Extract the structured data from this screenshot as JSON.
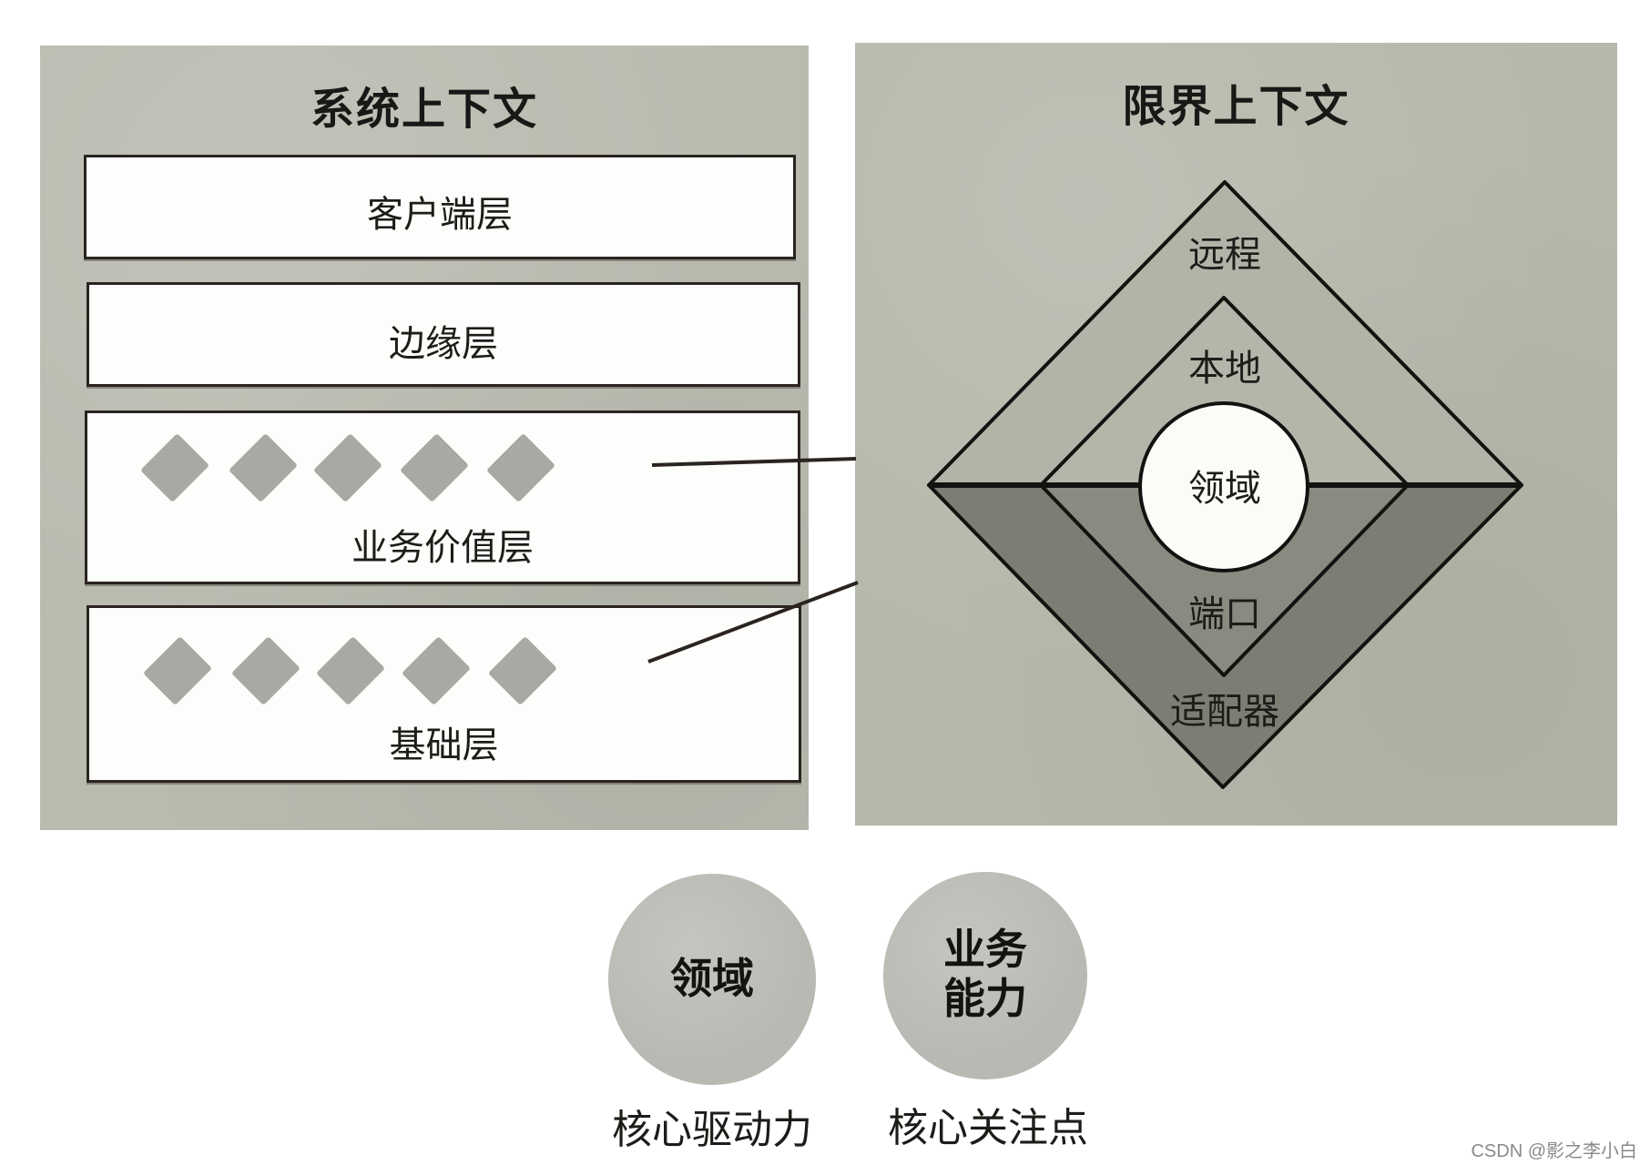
{
  "system_context": {
    "title": "系统上下文",
    "layers": [
      {
        "label": "客户端层"
      },
      {
        "label": "边缘层"
      },
      {
        "label": "业务价值层",
        "components": 5
      },
      {
        "label": "基础层",
        "components": 5
      }
    ]
  },
  "bounded_context": {
    "title": "限界上下文",
    "rings": {
      "outer_top": "远程",
      "inner_top": "本地",
      "core": "领域",
      "inner_bottom": "端口",
      "outer_bottom": "适配器"
    },
    "colors": {
      "upper_fill": "#b2b4a8",
      "lower_outer_fill": "#7d7e73",
      "lower_inner_fill": "#8a8b80",
      "core_fill": "#fbfbf8",
      "stroke": "#141210"
    }
  },
  "bubbles": [
    {
      "text_line1": "领域",
      "text_line2": "",
      "caption": "核心驱动力"
    },
    {
      "text_line1": "业务",
      "text_line2": "能力",
      "caption": "核心关注点"
    }
  ],
  "watermark": "CSDN @影之李小白",
  "colors": {
    "panel_bg": "#b9bbaf",
    "layer_bg": "#fdfdfb",
    "component_fill": "#a8a8a4",
    "connector": "#2a2420"
  }
}
